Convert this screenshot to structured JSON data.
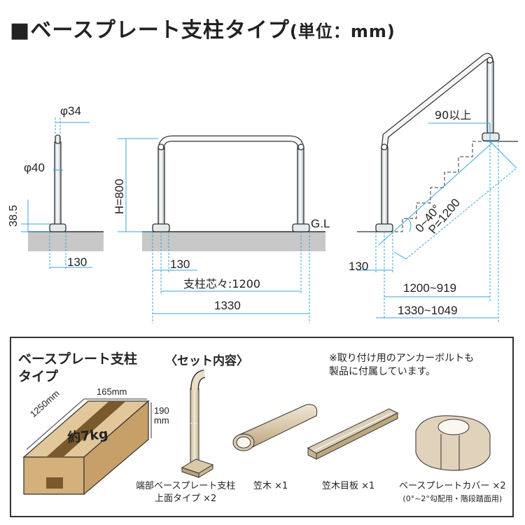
{
  "title": {
    "main": "■ベースプレート支柱タイプ",
    "unit": "(単位：mm)"
  },
  "dimensions": {
    "phi34": "φ34",
    "phi40": "φ40",
    "h385": "38.5",
    "base130": "130",
    "h800": "H=800",
    "base130b": "130",
    "pitch": "支柱芯々:1200",
    "total": "1330",
    "gl": "G.L",
    "min90": "90以上",
    "angle": "0~40°",
    "p1200": "P=1200",
    "base130c": "130",
    "range1": "1200~919",
    "range2": "1330~1049"
  },
  "package": {
    "title_line1": "ベースプレート支柱",
    "title_line2": "タイプ",
    "set_title": "〈セット内容〉",
    "note_line1": "※取り付け用のアンカーボルトも",
    "note_line2": "製品に付属しています。",
    "box_length": "1250mm",
    "box_width": "165mm",
    "box_height_num": "190",
    "box_height_unit": "mm",
    "weight": "約7kg",
    "items": [
      {
        "line1": "端部ベースプレート支柱",
        "line2": "上面タイプ ×2"
      },
      {
        "line1": "笠木 ×1",
        "line2": ""
      },
      {
        "line1": "笠木目板 ×1",
        "line2": ""
      },
      {
        "line1": "ベースプレートカバー ×2",
        "line2": "(0°~2°勾配用・階段踏面用)"
      }
    ]
  },
  "colors": {
    "dimension_line": "#39a6d8",
    "ground": "#c8c8c8",
    "post": "#eef2f4",
    "box": "#d8b98a",
    "tape": "#7a5a2c"
  }
}
